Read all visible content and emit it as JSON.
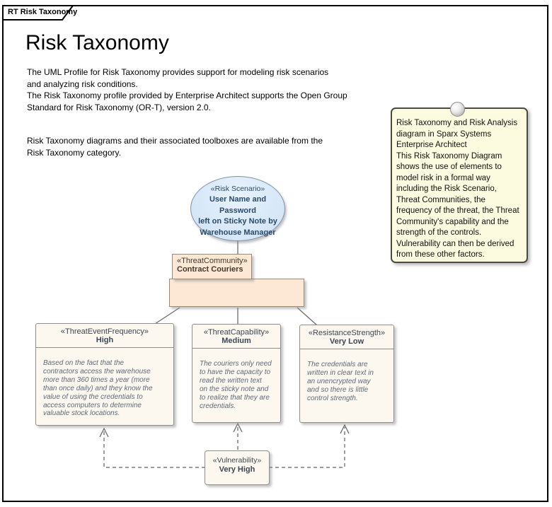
{
  "frame": {
    "tab_label": "RT Risk Taxonomy"
  },
  "title": "Risk Taxonomy",
  "intro": {
    "block1": "The UML Profile for Risk Taxonomy  provides support for modeling risk scenarios\nand analyzing risk conditions.\nThe Risk Taxonomy profile provided by Enterprise Architect supports the Open Group\nStandard for Risk Taxonomy (OR-T), version 2.0.",
    "block2": "Risk Taxonomy diagrams and their associated toolboxes are available from the\nRisk Taxonomy category."
  },
  "note": {
    "text": "Risk Taxonomy and Risk Analysis\ndiagram in Sparx Systems\nEnterprise Architect\nThis Risk Taxonomy Diagram\nshows the use of elements to\nmodel risk in a formal way\nincluding the Risk Scenario,\nThreat Communities, the\nfrequency of the threat, the Threat\nCommunity's capability and the\nstrength of the controls.\nVulnerability can then be derived\nfrom these other factors.",
    "pin_icon": "push-pin"
  },
  "elements": {
    "risk_scenario": {
      "stereotype": "«Risk Scenario»",
      "name": "User Name and Password\nleft on Sticky Note by\nWarehouse Manager"
    },
    "threat_community": {
      "stereotype": "«ThreatCommunity»",
      "name": "Contract Couriers"
    },
    "threat_event_frequency": {
      "stereotype": "«ThreatEventFrequency»",
      "name": "High",
      "description": "Based on the fact that the\ncontractors access the warehouse\nmore than 360 times a year (more\nthan once daily) and they know the\nvalue of using the credentials to\naccess computers to determine\nvaluable stock locations."
    },
    "threat_capability": {
      "stereotype": "«ThreatCapability»",
      "name": "Medium",
      "description": "The couriers only need\nto have the capacity to\nread the written text\non the sticky note and\nto realize that they are\ncredentials."
    },
    "resistance_strength": {
      "stereotype": "«ResistanceStrength»",
      "name": "Very Low",
      "description": "The credentials are\nwritten in clear text in\nan unencrypted way\nand so there is little\ncontrol strength."
    },
    "vulnerability": {
      "stereotype": "«Vulnerability»",
      "name": "Very High"
    }
  },
  "colors": {
    "note_fill": "#FCFADF",
    "scenario_fill": "#D8E8F8",
    "scenario_text": "#2A4A68",
    "community_fill": "#FCE8D4",
    "element_fill": "#FCF7EF",
    "element_text": "#3D4654",
    "body_text": "#5E6A79",
    "frame_border": "#000000"
  }
}
